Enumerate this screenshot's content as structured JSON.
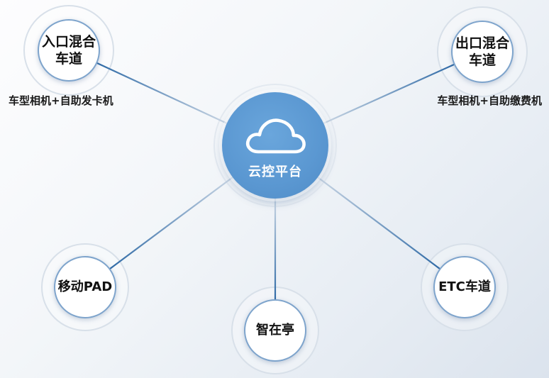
{
  "diagram": {
    "center": {
      "label": "云控平台",
      "icon": "cloud-icon",
      "fill_color": "#5b9bd5"
    },
    "nodes": [
      {
        "lines": [
          "入口混合",
          "车道"
        ],
        "caption": "车型相机+自助发卡机"
      },
      {
        "lines": [
          "出口混合",
          "车道"
        ],
        "caption": "车型相机+自助缴费机"
      },
      {
        "lines": [
          "移动PAD"
        ]
      },
      {
        "lines": [
          "智在亭"
        ]
      },
      {
        "lines": [
          "ETC车道"
        ]
      }
    ],
    "colors": {
      "node_border": "#7ea4cc",
      "connector": "#2f6aa6",
      "node_fill": "#ffffff"
    }
  }
}
